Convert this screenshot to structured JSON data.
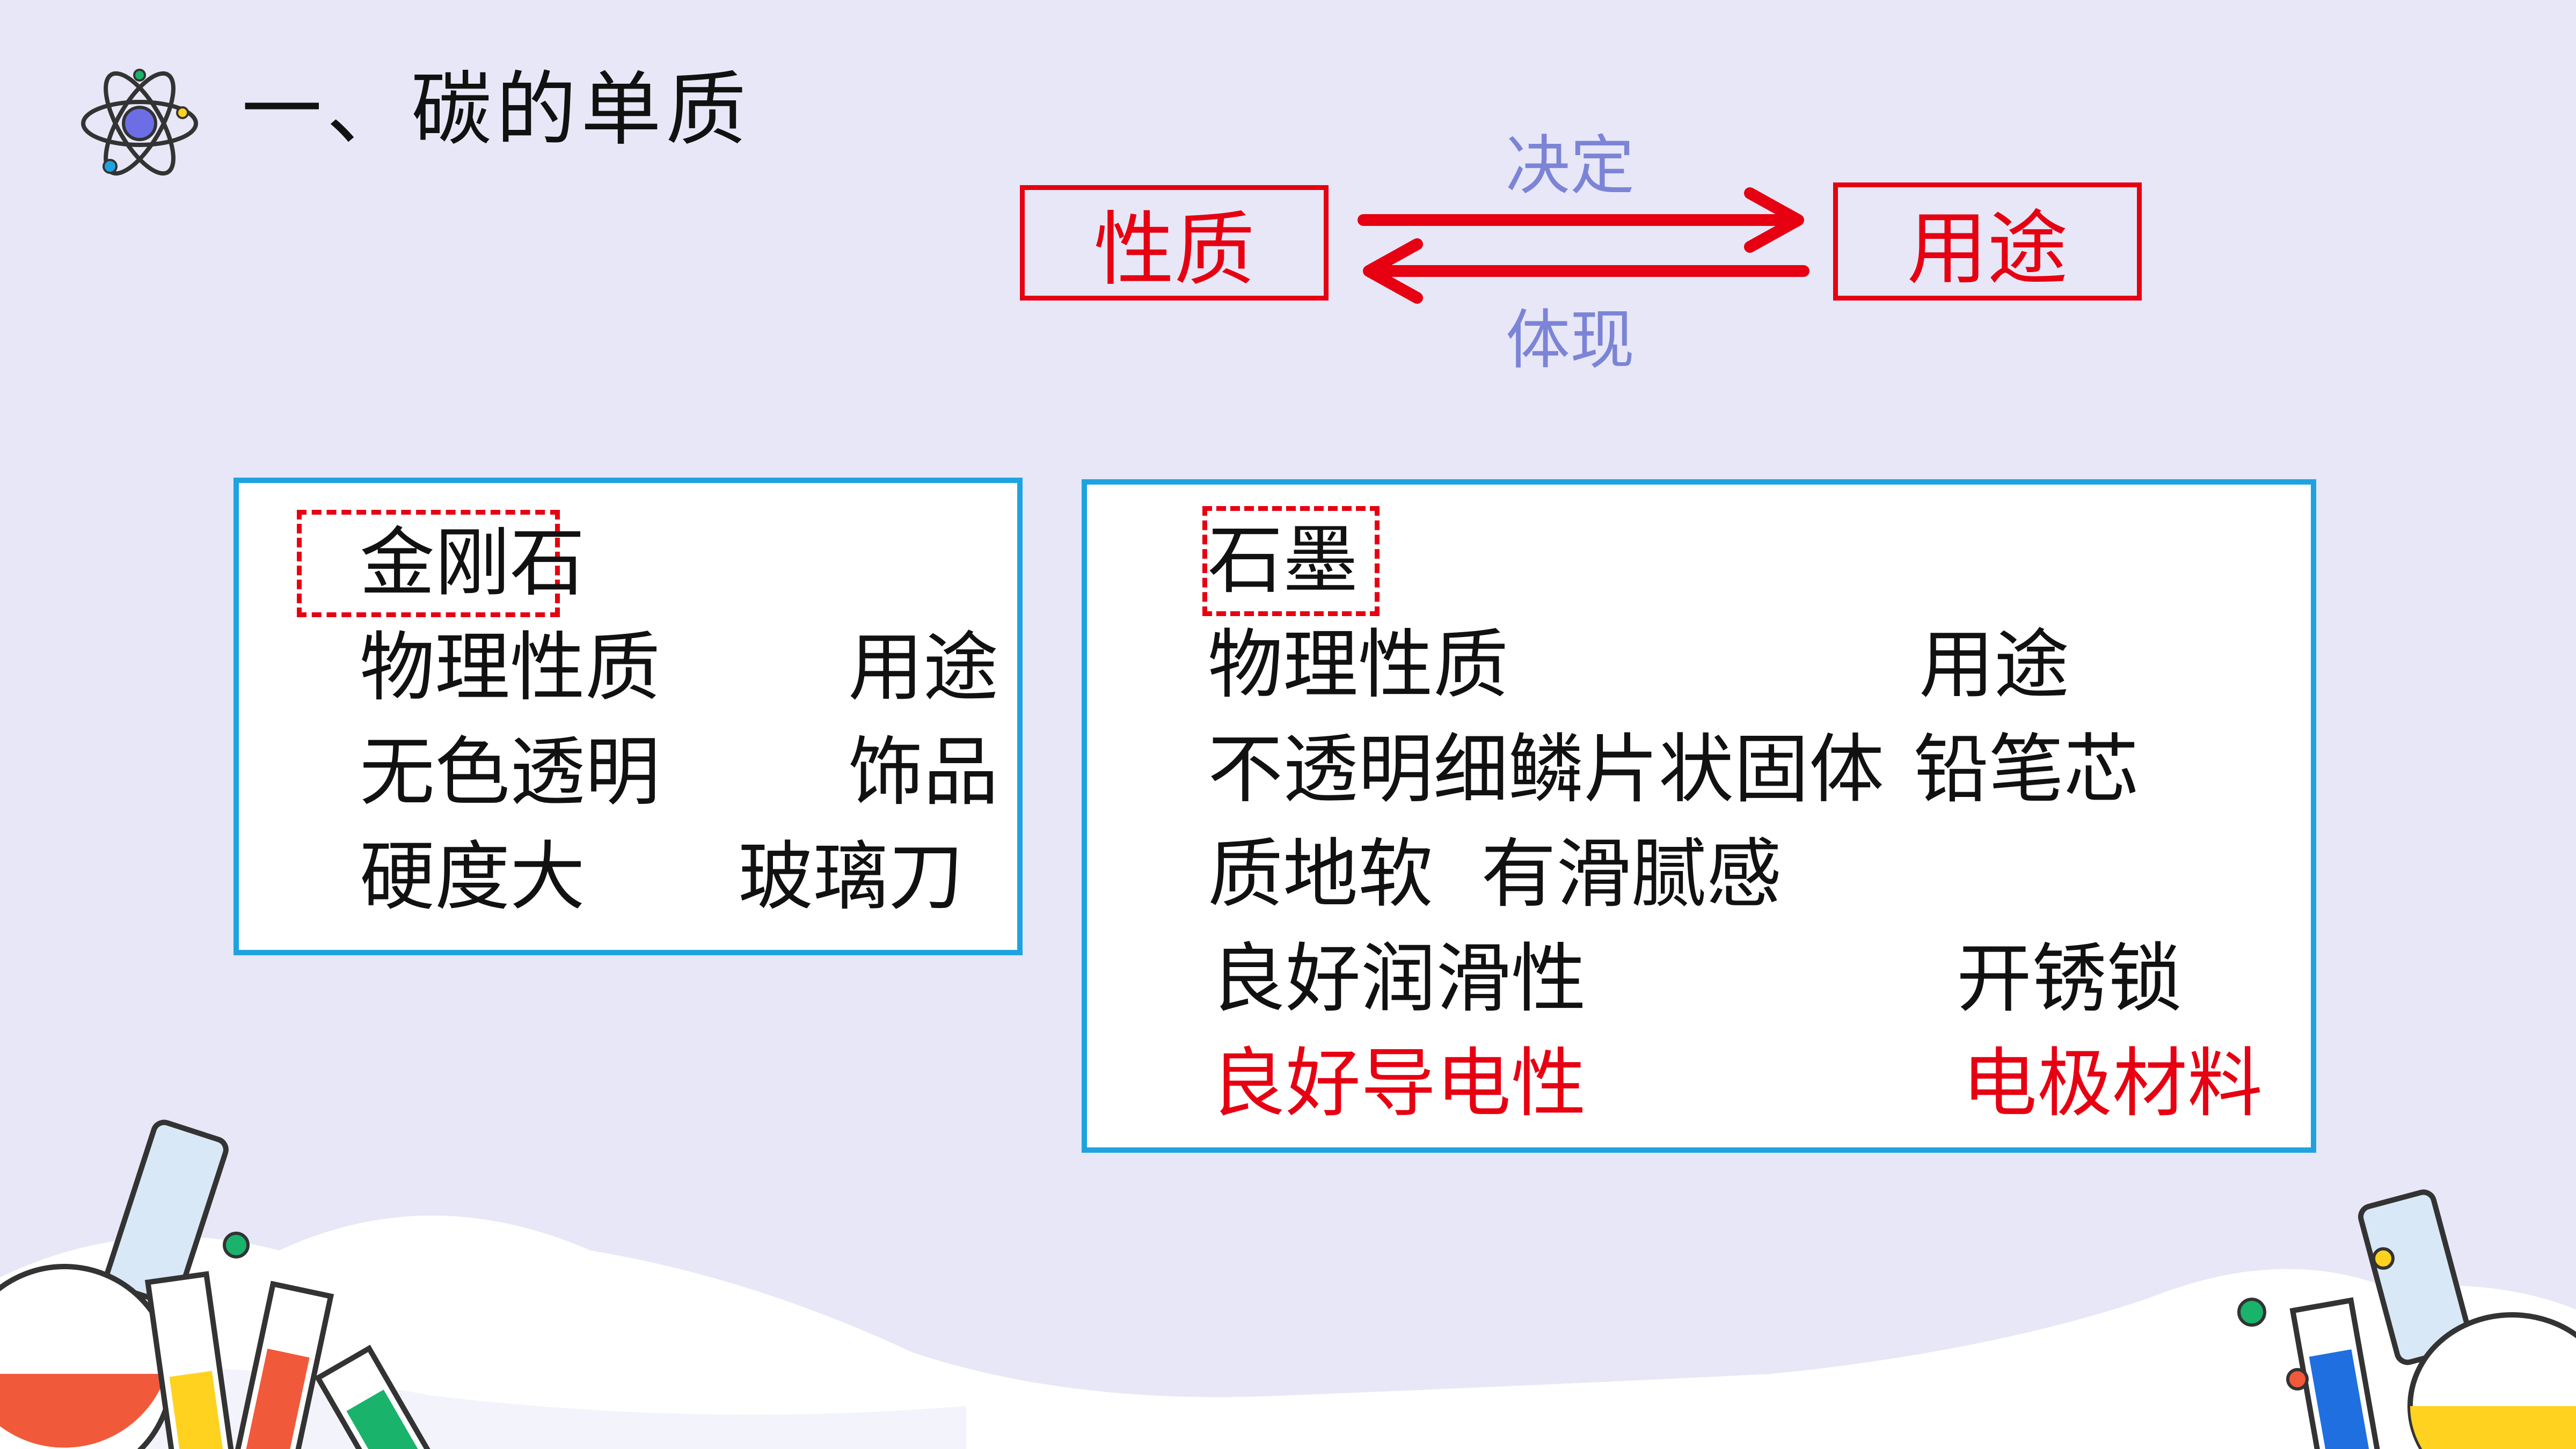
{
  "header": {
    "title": "一、碳的单质",
    "icon": "atom-icon"
  },
  "relation": {
    "left_box": "性质",
    "right_box": "用途",
    "top_label": "决定",
    "bottom_label": "体现"
  },
  "diamond_panel": {
    "name": "金刚石",
    "header_property": "物理性质",
    "header_use": "用途",
    "rows": [
      {
        "property": "无色透明",
        "use": "饰品"
      },
      {
        "property": "硬度大",
        "use": "玻璃刀"
      }
    ]
  },
  "graphite_panel": {
    "name": "石墨",
    "header_property": "物理性质",
    "header_use": "用途",
    "rows": [
      {
        "property": "不透明细鳞片状固体",
        "use": "铅笔芯"
      },
      {
        "property": "质地软  有滑腻感",
        "use": ""
      },
      {
        "property": "良好润滑性",
        "use": "开锈锁"
      },
      {
        "property": "良好导电性",
        "use": "电极材料"
      }
    ]
  },
  "colors": {
    "background": "#e7e7f7",
    "accent_red": "#e60012",
    "panel_border": "#1fa3e0",
    "label_blue": "#7c84d6"
  }
}
